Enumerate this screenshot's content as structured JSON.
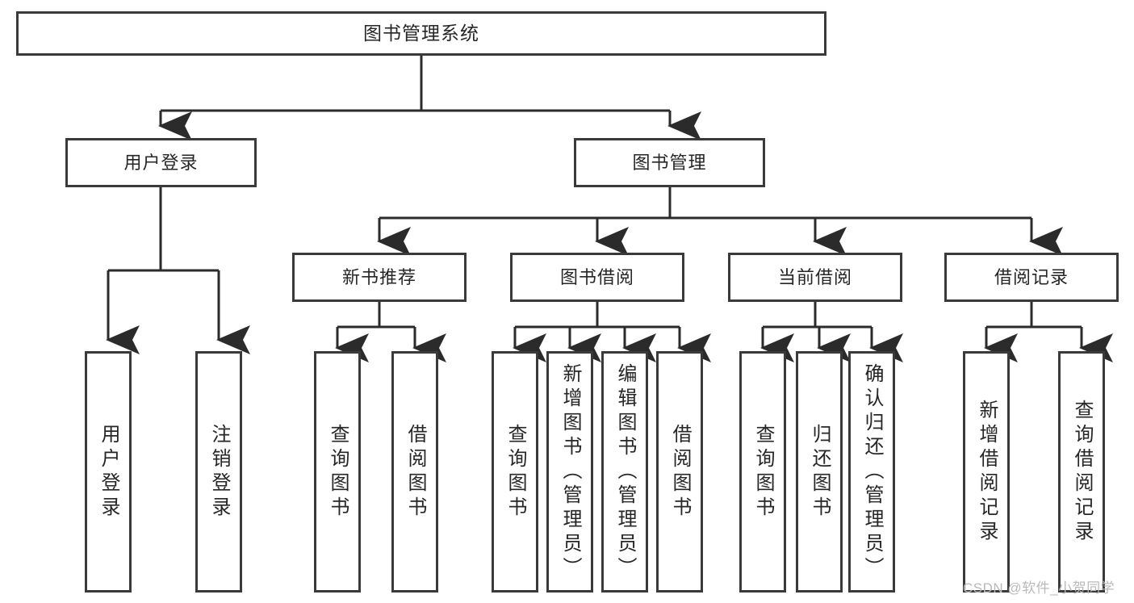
{
  "diagram": {
    "title": "图书管理系统",
    "type": "hierarchy-tree",
    "orientation": "top-down",
    "colors": {
      "node_border": "#3a3a3a",
      "node_fill": "#ffffff",
      "edge": "#2b2b2b",
      "text": "#262626",
      "watermark": "#b9b9b9",
      "background": "#ffffff"
    }
  },
  "nodes": {
    "root": {
      "label": "图书管理系统"
    },
    "level2": [
      {
        "label": "用户登录"
      },
      {
        "label": "图书管理"
      }
    ],
    "level3": [
      {
        "label": "新书推荐"
      },
      {
        "label": "图书借阅"
      },
      {
        "label": "当前借阅"
      },
      {
        "label": "借阅记录"
      }
    ],
    "leaves_user_login": [
      {
        "label": "用户登录"
      },
      {
        "label": "注销登录"
      }
    ],
    "leaves_new_book": [
      {
        "label": "查询图书"
      },
      {
        "label": "借阅图书"
      }
    ],
    "leaves_book_borrow": [
      {
        "label": "查询图书"
      },
      {
        "label": "新增图书（管理员）"
      },
      {
        "label": "编辑图书（管理员）"
      },
      {
        "label": "借阅图书"
      }
    ],
    "leaves_current_borrow": [
      {
        "label": "查询图书"
      },
      {
        "label": "归还图书"
      },
      {
        "label": "确认归还（管理员）"
      }
    ],
    "leaves_borrow_record": [
      {
        "label": "新增借阅记录"
      },
      {
        "label": "查询借阅记录"
      }
    ]
  },
  "watermark": {
    "text": "CSDN @软件_小贺同学"
  }
}
